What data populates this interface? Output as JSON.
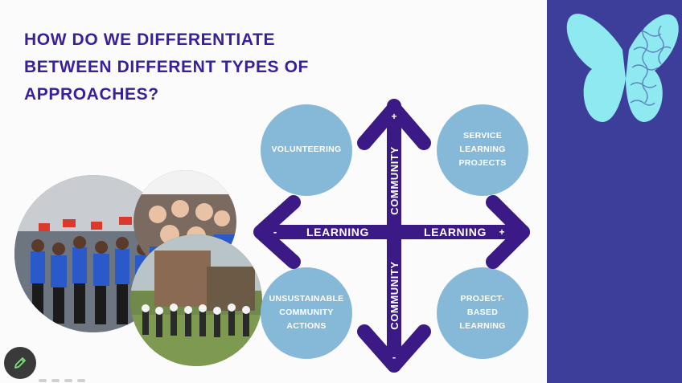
{
  "slide": {
    "title": "HOW DO WE DIFFERENTIATE\nBETWEEN DIFFERENT TYPES OF\nAPPROACHES?"
  },
  "diagram": {
    "quadrants": {
      "top_left": "VOLUNTEERING",
      "top_right": "SERVICE\nLEARNING\nPROJECTS",
      "bottom_left": "UNSUSTAINABLE\nCOMMUNITY\nACTIONS",
      "bottom_right": "PROJECT-\nBASED\nLEARNING"
    },
    "axes": {
      "horizontal_label_left": "LEARNING",
      "horizontal_label_right": "LEARNING",
      "vertical_label_top": "COMMUNITY",
      "vertical_label_bottom": "COMMUNITY",
      "plus_top": "+",
      "minus_bottom": "-",
      "minus_left": "-",
      "plus_right": "+"
    }
  },
  "colors": {
    "title": "#3a1f9a",
    "arrow": "#3c1a86",
    "circle": "#86b9d8",
    "side_panel": "#3c3e9a",
    "butterfly": "#8eeaf0"
  },
  "icons": {
    "butterfly": "butterfly-puzzle-logo",
    "pencil": "pencil-icon"
  }
}
